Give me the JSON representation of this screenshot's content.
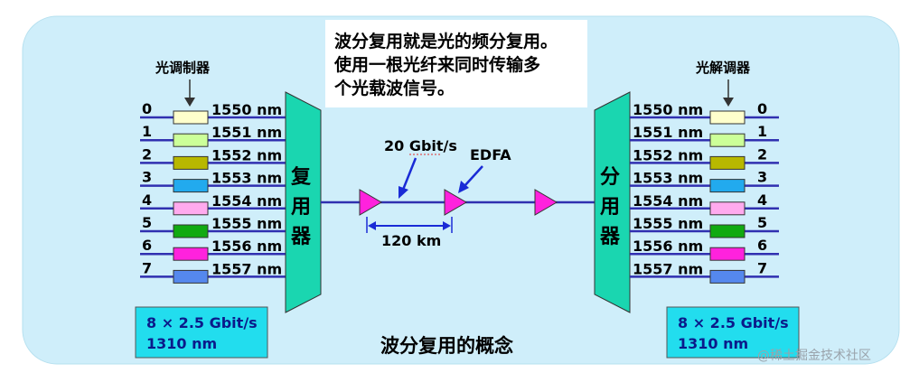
{
  "description_box": {
    "lines": [
      "波分复用就是光的频分复用。",
      "使用一根光纤来同时传输多",
      "个光载波信号。"
    ]
  },
  "left": {
    "device_label": "光调制器",
    "mux_label": [
      "复",
      "用",
      "器"
    ],
    "channels": [
      {
        "index": "0",
        "wavelength": "1550 nm",
        "color": "#ffffcc"
      },
      {
        "index": "1",
        "wavelength": "1551 nm",
        "color": "#ccff99"
      },
      {
        "index": "2",
        "wavelength": "1552 nm",
        "color": "#b8b800"
      },
      {
        "index": "3",
        "wavelength": "1553 nm",
        "color": "#22aaee"
      },
      {
        "index": "4",
        "wavelength": "1554 nm",
        "color": "#ffaaee"
      },
      {
        "index": "5",
        "wavelength": "1555 nm",
        "color": "#11aa11"
      },
      {
        "index": "6",
        "wavelength": "1556 nm",
        "color": "#ff22dd"
      },
      {
        "index": "7",
        "wavelength": "1557 nm",
        "color": "#5588ee"
      }
    ],
    "rate_box": {
      "line1": "8 × 2.5 Gbit/s",
      "line2": "1310 nm"
    }
  },
  "right": {
    "device_label": "光解调器",
    "demux_label": [
      "分",
      "用",
      "器"
    ],
    "channels": [
      {
        "index": "0",
        "wavelength": "1550 nm",
        "color": "#ffffcc"
      },
      {
        "index": "1",
        "wavelength": "1551 nm",
        "color": "#ccff99"
      },
      {
        "index": "2",
        "wavelength": "1552 nm",
        "color": "#b8b800"
      },
      {
        "index": "3",
        "wavelength": "1553 nm",
        "color": "#22aaee"
      },
      {
        "index": "4",
        "wavelength": "1554 nm",
        "color": "#ffaaee"
      },
      {
        "index": "5",
        "wavelength": "1555 nm",
        "color": "#11aa11"
      },
      {
        "index": "6",
        "wavelength": "1556 nm",
        "color": "#ff22dd"
      },
      {
        "index": "7",
        "wavelength": "1557 nm",
        "color": "#5588ee"
      }
    ],
    "rate_box": {
      "line1": "8 × 2.5 Gbit/s",
      "line2": "1310 nm"
    }
  },
  "link": {
    "rate_label": "20 Gbit/s",
    "amp_label": "EDFA",
    "distance_label": "120 km"
  },
  "caption": "波分复用的概念",
  "watermark": "@稀土掘金技术社区",
  "colors": {
    "background_panel": "#cfeefa",
    "mux_fill": "#1ad6b0",
    "fiber": "#3030b0",
    "amplifier": "#ff22dd",
    "arrow": "#1a2bd6",
    "rate_box_fill": "#22ddee"
  }
}
